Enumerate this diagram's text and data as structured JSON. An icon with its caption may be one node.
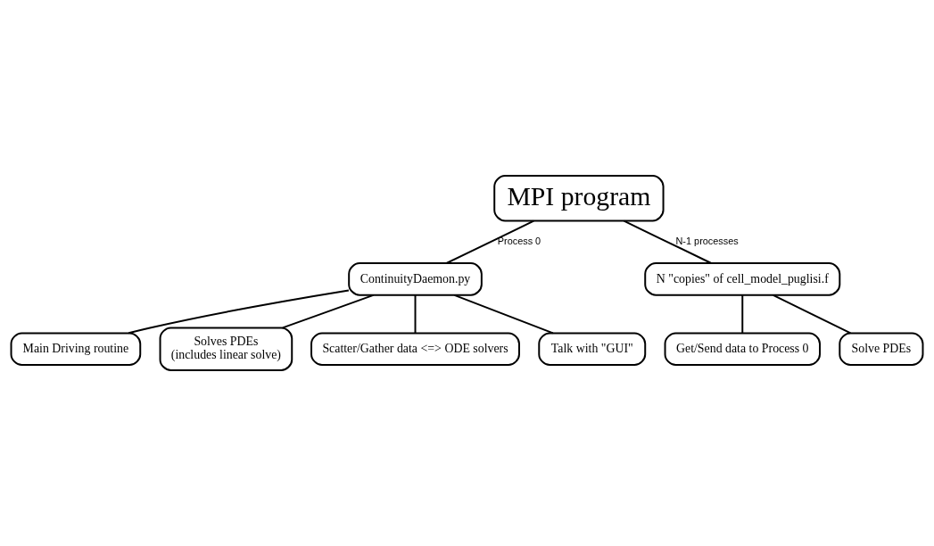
{
  "diagram": {
    "nodes": [
      {
        "text": [
          "MPI program"
        ]
      },
      {
        "text": [
          "ContinuityDaemon.py"
        ]
      },
      {
        "text": [
          "N \"copies\" of cell_model_puglisi.f"
        ]
      },
      {
        "text": [
          "Main Driving routine"
        ]
      },
      {
        "text": [
          "Solves PDEs",
          "(includes linear solve)"
        ]
      },
      {
        "text": [
          "Scatter/Gather data <=> ODE solvers"
        ]
      },
      {
        "text": [
          "Talk with \"GUI\""
        ]
      },
      {
        "text": [
          "Get/Send data to Process 0"
        ]
      },
      {
        "text": [
          "Solve PDEs"
        ]
      }
    ],
    "edges": [
      {
        "from": 0,
        "to": 1,
        "arrow": "none",
        "label": "Process 0"
      },
      {
        "from": 0,
        "to": 2,
        "arrow": "none",
        "label": "N-1 processes"
      },
      {
        "from": 1,
        "to": 3,
        "arrow": "none"
      },
      {
        "from": 1,
        "to": 4,
        "arrow": "none"
      },
      {
        "from": 1,
        "to": 5,
        "arrow": "none"
      },
      {
        "from": 1,
        "to": 6,
        "arrow": "none"
      },
      {
        "from": 2,
        "to": 7,
        "arrow": "none"
      },
      {
        "from": 2,
        "to": 8,
        "arrow": "none"
      }
    ]
  }
}
